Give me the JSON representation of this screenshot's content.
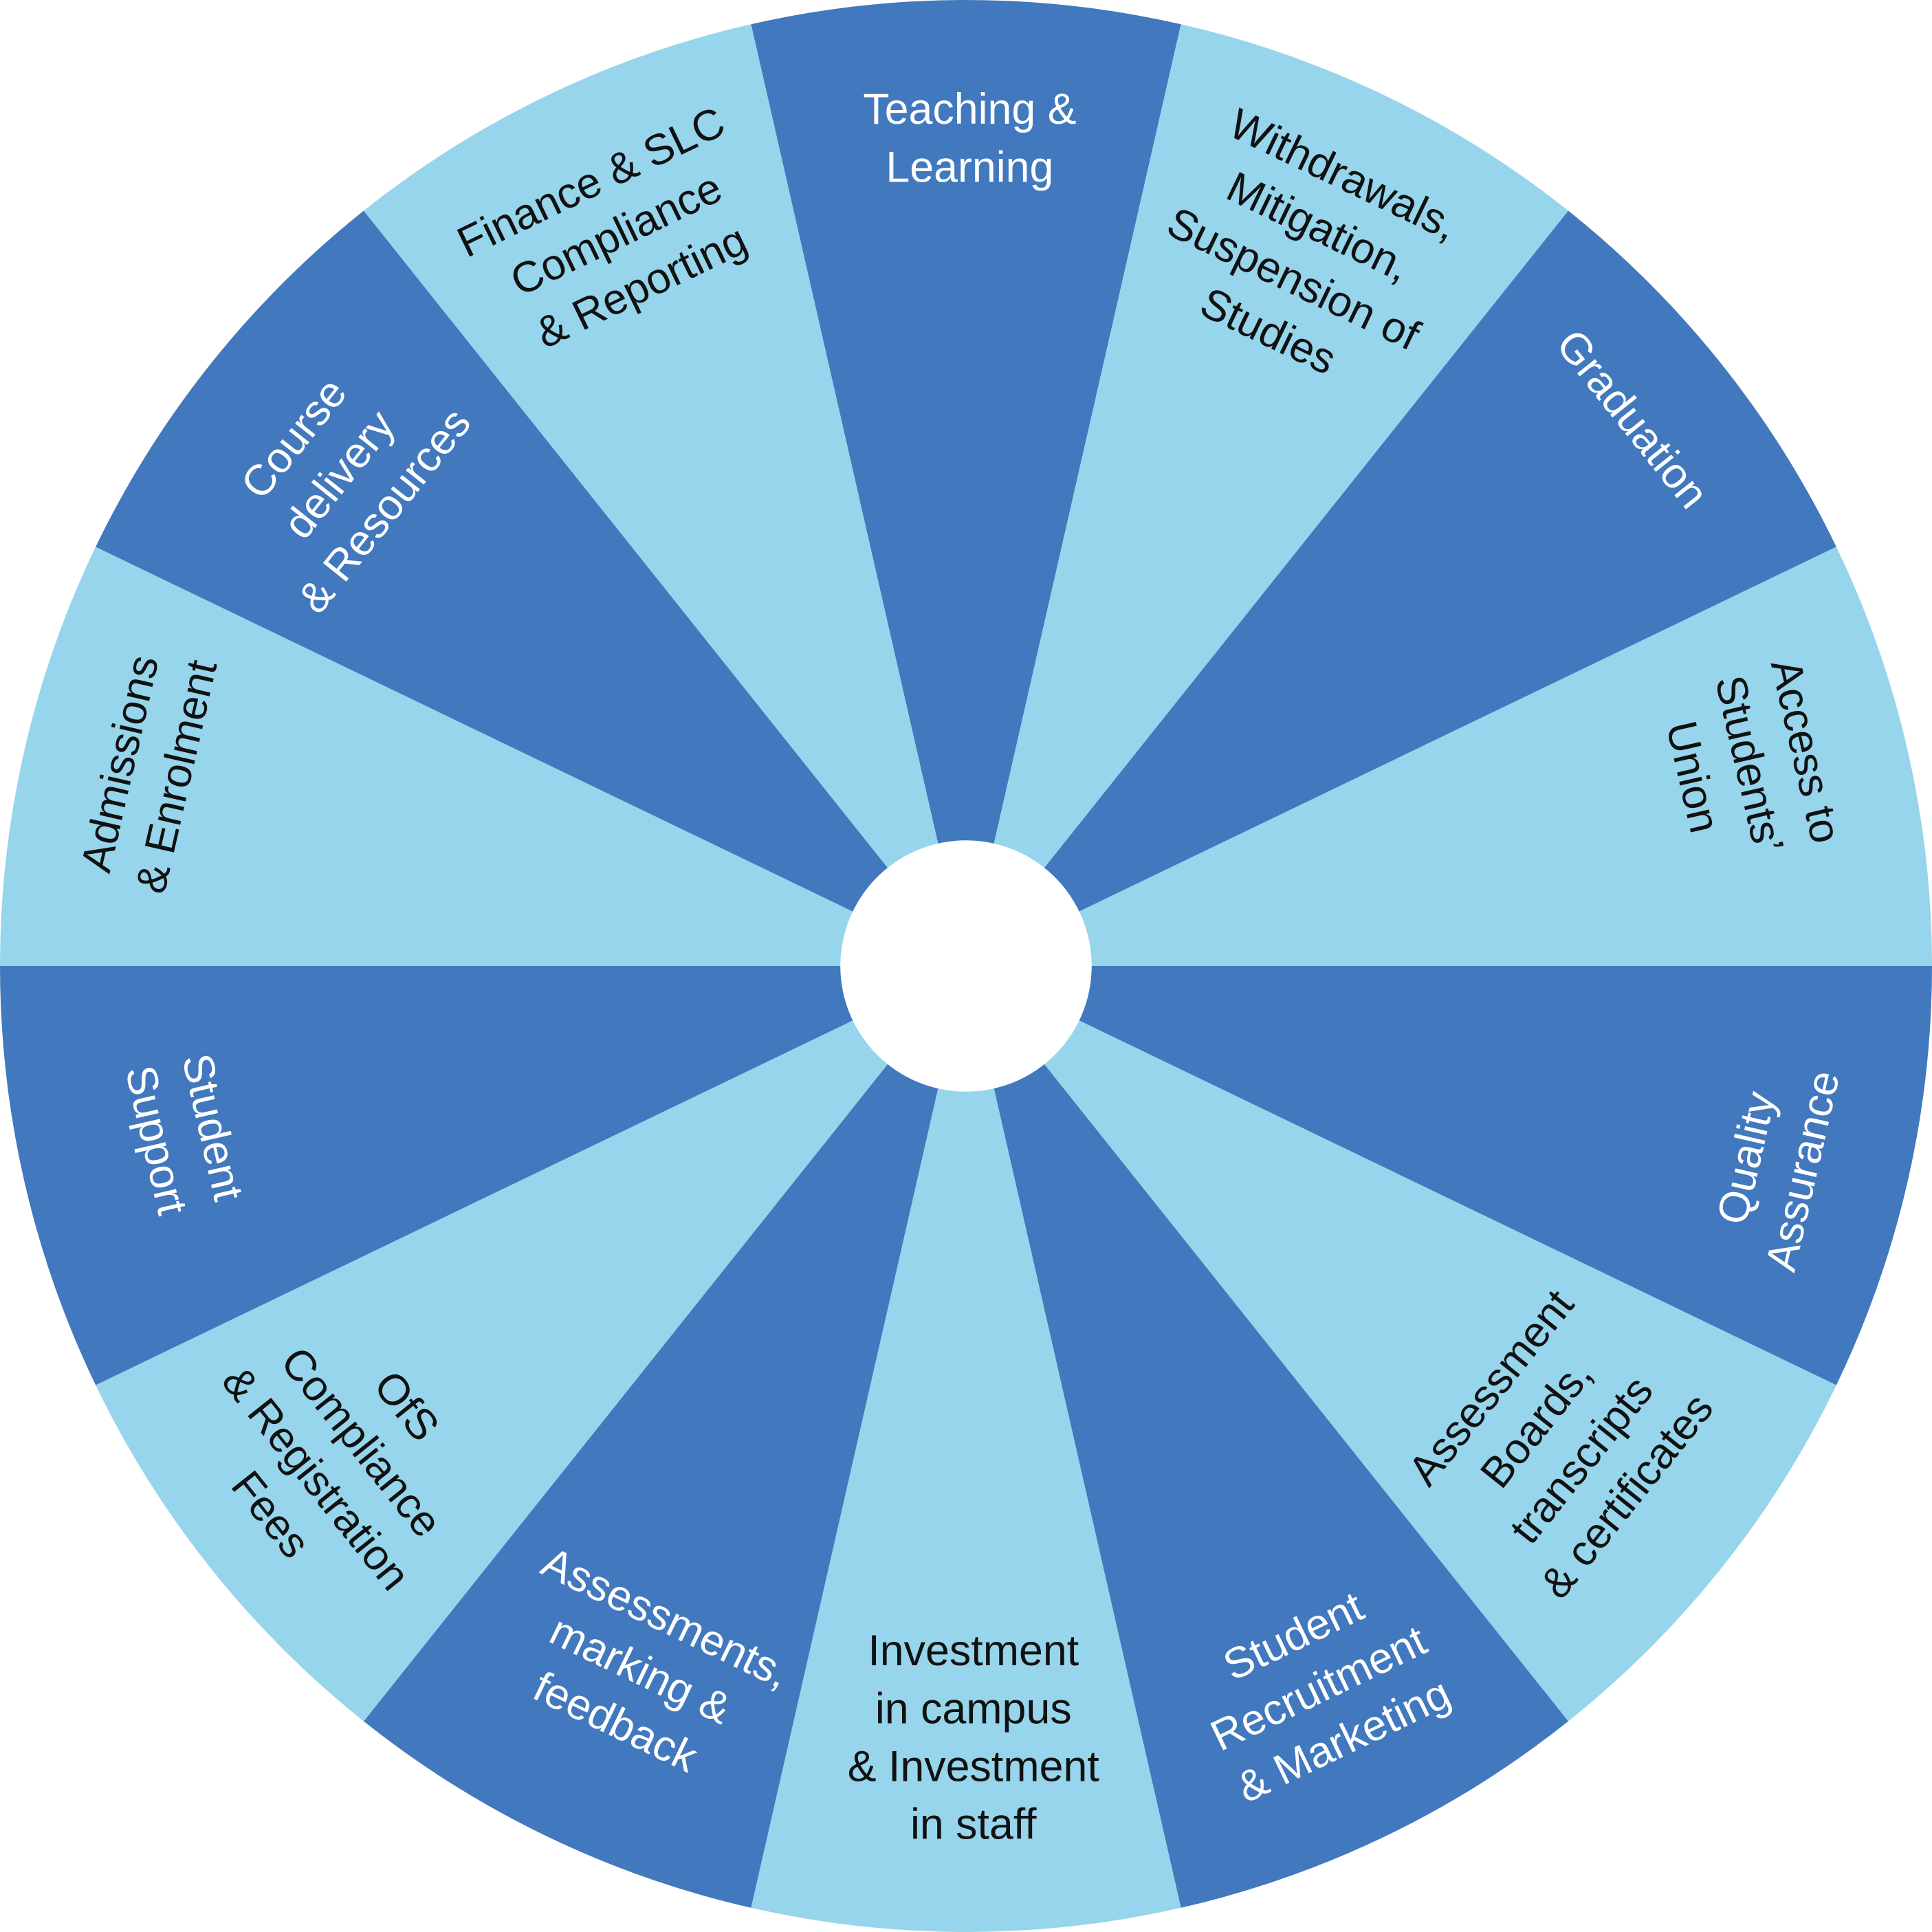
{
  "colors": {
    "dark": "#4178BE",
    "light": "#96D5EB",
    "dark_text": "#FFFFFF",
    "light_text": "#111111",
    "center": "#FFFFFF"
  },
  "segments": [
    {
      "tone": "dark",
      "lines": [
        "Teaching &",
        "Learning"
      ]
    },
    {
      "tone": "light",
      "lines": [
        "Withdrawals,",
        "Mitigation,",
        "Suspension of",
        "Studies"
      ]
    },
    {
      "tone": "dark",
      "lines": [
        "Graduation"
      ]
    },
    {
      "tone": "light",
      "lines": [
        "Access to",
        "Students’",
        "Union"
      ]
    },
    {
      "tone": "dark",
      "lines": [
        "Quality",
        "Assurance"
      ]
    },
    {
      "tone": "light",
      "lines": [
        "Assessment",
        "Boards,",
        "transcripts",
        "& certificates"
      ]
    },
    {
      "tone": "dark",
      "lines": [
        "Student",
        "Recruitment",
        "& Marketing"
      ]
    },
    {
      "tone": "light",
      "lines": [
        "Investment",
        "in campus",
        "& Investment",
        "in staff"
      ]
    },
    {
      "tone": "dark",
      "lines": [
        "Assessments,",
        "marking &",
        "feedback"
      ]
    },
    {
      "tone": "light",
      "lines": [
        "OfS",
        "Compliance",
        "& Registration",
        "Fees"
      ]
    },
    {
      "tone": "dark",
      "lines": [
        "Student",
        "Support"
      ]
    },
    {
      "tone": "light",
      "lines": [
        "Admissions",
        "& Enrolment"
      ]
    },
    {
      "tone": "dark",
      "lines": [
        "Course",
        "delivery",
        "& Resources"
      ]
    },
    {
      "tone": "light",
      "lines": [
        "Finance & SLC",
        "Compliance",
        "& Reporting"
      ]
    }
  ]
}
